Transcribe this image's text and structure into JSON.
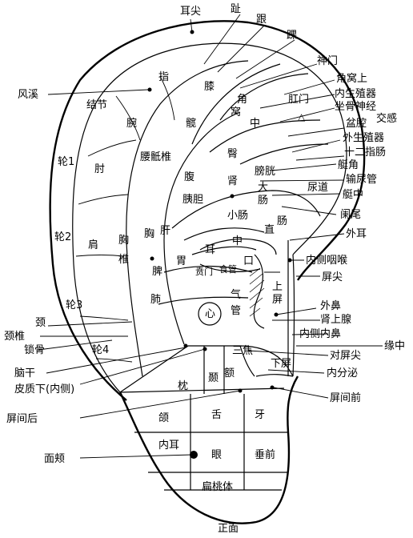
{
  "regions": {
    "zhi": "趾",
    "gen": "跟",
    "huai": "踝",
    "shenmen": "神门",
    "jiaowoshang": "角窝上",
    "neishengzhiqi": "内生殖器",
    "zuogushenjing": "坐骨神经",
    "jiaogan": "交感",
    "penqiang": "盆腔",
    "waishengzhiqi": "外生殖器",
    "shierzhichang": "十二指肠",
    "tingjiao": "艇角",
    "shuniaoguan": "输尿管",
    "tingzhong": "艇中",
    "lanwei": "阑尾",
    "waier": "外耳",
    "neicexianhou": "内侧咽喉",
    "pingjian": "屏尖",
    "waibi": "外鼻",
    "shenshangxian": "肾上腺",
    "neicenebi": "内侧内鼻",
    "yuanzhong": "缘中",
    "duipingjian": "对屏尖",
    "neifenmi": "内分泌",
    "pingjianqian": "屏间前",
    "erjian": "耳尖",
    "fengxi": "风溪",
    "lun1": "轮1",
    "lun2": "轮2",
    "lun3": "轮3",
    "lun4": "轮4",
    "jing": "颈",
    "jingzhui": "颈椎",
    "suogu": "锁骨",
    "naogan": "脑干",
    "pizhixia": "皮质下(内侧)",
    "pingjianhou": "屏间后",
    "mianjia": "面颊",
    "zhengmian": "正面",
    "zhi2": "指",
    "xi": "膝",
    "jiao": "角",
    "wo": "窝",
    "zhong": "中",
    "ganmen": "肛门",
    "jiejie": "结节",
    "wan": "腕",
    "kuan": "髋",
    "zhou": "肘",
    "yaodizhui": "腰骶椎",
    "tun": "臀",
    "fu": "腹",
    "shen": "肾",
    "pangguang": "膀胱",
    "da": "大",
    "chang": "肠",
    "niaodao": "尿道",
    "yidan": "胰胆",
    "xiong": "胸",
    "gan": "肝",
    "xiaochang": "小肠",
    "jian": "肩",
    "xiongzhui_a": "胸",
    "xiongzhui_b": "椎",
    "zhi3": "直",
    "chang2": "肠",
    "er": "耳",
    "zhong2": "中",
    "wei": "胃",
    "pi": "脾",
    "benmen": "贲门",
    "shiguan": "食管",
    "kou": "口",
    "shang": "上",
    "ping": "屏",
    "fei": "肺",
    "xin": "心",
    "qi": "气",
    "guan": "管",
    "sanjiao": "三焦",
    "xiaping": "下屏",
    "zhen": "枕",
    "nie": "颞",
    "e": "额",
    "he": "颌",
    "she": "舌",
    "ya": "牙",
    "neier": "内耳",
    "yan": "眼",
    "chuiqian": "垂前",
    "biantaoti": "扁桃体"
  },
  "marker": {
    "mianjia_point": "filled-dot"
  }
}
